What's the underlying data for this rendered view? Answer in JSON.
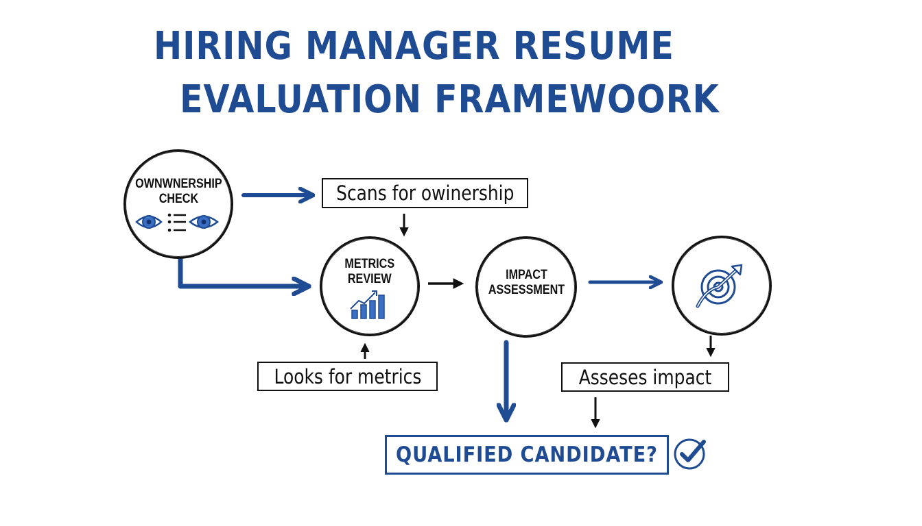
{
  "title": {
    "line1": "HIRING MANAGER RESUME",
    "line2": "EVALUATION FRAMEWOORK"
  },
  "colors": {
    "accent_blue": "#1f4b93",
    "eye_blue": "#3a6fc4",
    "ink": "#111111",
    "background": "#ffffff"
  },
  "nodes": {
    "ownership_check": {
      "label_line1": "OWNWNERSHIP",
      "label_line2": "CHECK",
      "icon": "eyes-list-icon"
    },
    "metrics_review": {
      "label_line1": "METRICS",
      "label_line2": "REVIEW",
      "icon": "bar-chart-growth-icon"
    },
    "impact_assessment": {
      "label_line1": "IMPACT",
      "label_line2": "ASSESSMENT"
    },
    "target_growth": {
      "icon": "target-arrow-icon"
    }
  },
  "annotations": {
    "scans": "Scans for owinership",
    "looks": "Looks for metrics",
    "assesses": "Asseses impact"
  },
  "outcome": {
    "label": "QUALIFIED CANDIDATE?",
    "icon": "check-circle-icon"
  }
}
